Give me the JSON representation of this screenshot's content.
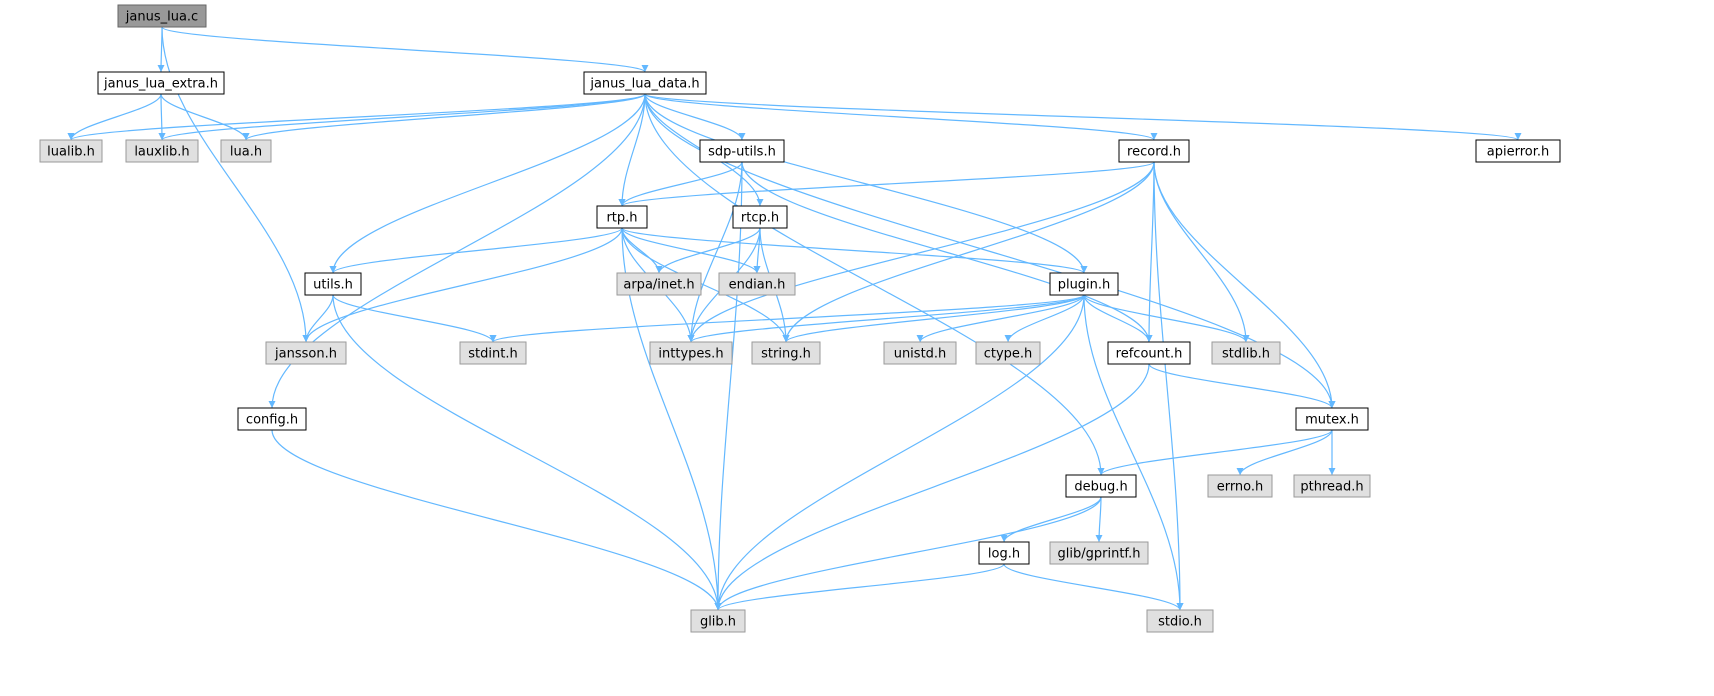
{
  "graph": {
    "colors": {
      "edge": "#63b8ff",
      "root_fill": "#999999",
      "root_stroke": "#666666",
      "documented_fill": "#ffffff",
      "documented_stroke": "#000000",
      "external_fill": "#e0e0e0",
      "external_stroke": "#999999"
    },
    "nodes": [
      {
        "id": "janus_lua_c",
        "label": "janus_lua.c",
        "kind": "root"
      },
      {
        "id": "janus_lua_extra_h",
        "label": "janus_lua_extra.h",
        "kind": "documented"
      },
      {
        "id": "janus_lua_data_h",
        "label": "janus_lua_data.h",
        "kind": "documented"
      },
      {
        "id": "lualib_h",
        "label": "lualib.h",
        "kind": "external"
      },
      {
        "id": "lauxlib_h",
        "label": "lauxlib.h",
        "kind": "external"
      },
      {
        "id": "lua_h",
        "label": "lua.h",
        "kind": "external"
      },
      {
        "id": "sdp_utils_h",
        "label": "sdp-utils.h",
        "kind": "documented"
      },
      {
        "id": "record_h",
        "label": "record.h",
        "kind": "documented"
      },
      {
        "id": "apierror_h",
        "label": "apierror.h",
        "kind": "documented"
      },
      {
        "id": "rtp_h",
        "label": "rtp.h",
        "kind": "documented"
      },
      {
        "id": "rtcp_h",
        "label": "rtcp.h",
        "kind": "documented"
      },
      {
        "id": "utils_h",
        "label": "utils.h",
        "kind": "documented"
      },
      {
        "id": "arpa_inet_h",
        "label": "arpa/inet.h",
        "kind": "external"
      },
      {
        "id": "endian_h",
        "label": "endian.h",
        "kind": "external"
      },
      {
        "id": "plugin_h",
        "label": "plugin.h",
        "kind": "documented"
      },
      {
        "id": "jansson_h",
        "label": "jansson.h",
        "kind": "external"
      },
      {
        "id": "stdint_h",
        "label": "stdint.h",
        "kind": "external"
      },
      {
        "id": "inttypes_h",
        "label": "inttypes.h",
        "kind": "external"
      },
      {
        "id": "string_h",
        "label": "string.h",
        "kind": "external"
      },
      {
        "id": "unistd_h",
        "label": "unistd.h",
        "kind": "external"
      },
      {
        "id": "ctype_h",
        "label": "ctype.h",
        "kind": "external"
      },
      {
        "id": "refcount_h",
        "label": "refcount.h",
        "kind": "documented"
      },
      {
        "id": "stdlib_h",
        "label": "stdlib.h",
        "kind": "external"
      },
      {
        "id": "config_h",
        "label": "config.h",
        "kind": "documented"
      },
      {
        "id": "mutex_h",
        "label": "mutex.h",
        "kind": "documented"
      },
      {
        "id": "debug_h",
        "label": "debug.h",
        "kind": "documented"
      },
      {
        "id": "errno_h",
        "label": "errno.h",
        "kind": "external"
      },
      {
        "id": "pthread_h",
        "label": "pthread.h",
        "kind": "external"
      },
      {
        "id": "log_h",
        "label": "log.h",
        "kind": "documented"
      },
      {
        "id": "glib_gprintf_h",
        "label": "glib/gprintf.h",
        "kind": "external"
      },
      {
        "id": "glib_h",
        "label": "glib.h",
        "kind": "external"
      },
      {
        "id": "stdio_h",
        "label": "stdio.h",
        "kind": "external"
      }
    ],
    "edges": [
      {
        "from": "janus_lua_c",
        "to": "janus_lua_extra_h"
      },
      {
        "from": "janus_lua_c",
        "to": "janus_lua_data_h"
      },
      {
        "from": "janus_lua_c",
        "to": "jansson_h"
      },
      {
        "from": "janus_lua_extra_h",
        "to": "lualib_h"
      },
      {
        "from": "janus_lua_extra_h",
        "to": "lauxlib_h"
      },
      {
        "from": "janus_lua_extra_h",
        "to": "lua_h"
      },
      {
        "from": "janus_lua_data_h",
        "to": "lualib_h"
      },
      {
        "from": "janus_lua_data_h",
        "to": "lauxlib_h"
      },
      {
        "from": "janus_lua_data_h",
        "to": "lua_h"
      },
      {
        "from": "janus_lua_data_h",
        "to": "sdp_utils_h"
      },
      {
        "from": "janus_lua_data_h",
        "to": "record_h"
      },
      {
        "from": "janus_lua_data_h",
        "to": "apierror_h"
      },
      {
        "from": "janus_lua_data_h",
        "to": "rtp_h"
      },
      {
        "from": "janus_lua_data_h",
        "to": "rtcp_h"
      },
      {
        "from": "janus_lua_data_h",
        "to": "utils_h"
      },
      {
        "from": "janus_lua_data_h",
        "to": "plugin_h"
      },
      {
        "from": "janus_lua_data_h",
        "to": "config_h"
      },
      {
        "from": "janus_lua_data_h",
        "to": "mutex_h"
      },
      {
        "from": "janus_lua_data_h",
        "to": "debug_h"
      },
      {
        "from": "sdp_utils_h",
        "to": "rtp_h"
      },
      {
        "from": "sdp_utils_h",
        "to": "inttypes_h"
      },
      {
        "from": "sdp_utils_h",
        "to": "glib_h"
      },
      {
        "from": "sdp_utils_h",
        "to": "refcount_h"
      },
      {
        "from": "record_h",
        "to": "rtp_h"
      },
      {
        "from": "record_h",
        "to": "inttypes_h"
      },
      {
        "from": "record_h",
        "to": "string_h"
      },
      {
        "from": "record_h",
        "to": "refcount_h"
      },
      {
        "from": "record_h",
        "to": "stdlib_h"
      },
      {
        "from": "record_h",
        "to": "mutex_h"
      },
      {
        "from": "record_h",
        "to": "stdio_h"
      },
      {
        "from": "rtp_h",
        "to": "utils_h"
      },
      {
        "from": "rtp_h",
        "to": "arpa_inet_h"
      },
      {
        "from": "rtp_h",
        "to": "endian_h"
      },
      {
        "from": "rtp_h",
        "to": "plugin_h"
      },
      {
        "from": "rtp_h",
        "to": "jansson_h"
      },
      {
        "from": "rtp_h",
        "to": "inttypes_h"
      },
      {
        "from": "rtp_h",
        "to": "string_h"
      },
      {
        "from": "rtp_h",
        "to": "glib_h"
      },
      {
        "from": "rtcp_h",
        "to": "arpa_inet_h"
      },
      {
        "from": "rtcp_h",
        "to": "endian_h"
      },
      {
        "from": "rtcp_h",
        "to": "inttypes_h"
      },
      {
        "from": "rtcp_h",
        "to": "string_h"
      },
      {
        "from": "utils_h",
        "to": "jansson_h"
      },
      {
        "from": "utils_h",
        "to": "stdint_h"
      },
      {
        "from": "utils_h",
        "to": "glib_h"
      },
      {
        "from": "plugin_h",
        "to": "stdint_h"
      },
      {
        "from": "plugin_h",
        "to": "inttypes_h"
      },
      {
        "from": "plugin_h",
        "to": "string_h"
      },
      {
        "from": "plugin_h",
        "to": "unistd_h"
      },
      {
        "from": "plugin_h",
        "to": "ctype_h"
      },
      {
        "from": "plugin_h",
        "to": "refcount_h"
      },
      {
        "from": "plugin_h",
        "to": "stdlib_h"
      },
      {
        "from": "plugin_h",
        "to": "glib_h"
      },
      {
        "from": "plugin_h",
        "to": "stdio_h"
      },
      {
        "from": "refcount_h",
        "to": "mutex_h"
      },
      {
        "from": "refcount_h",
        "to": "glib_h"
      },
      {
        "from": "config_h",
        "to": "glib_h"
      },
      {
        "from": "mutex_h",
        "to": "debug_h"
      },
      {
        "from": "mutex_h",
        "to": "errno_h"
      },
      {
        "from": "mutex_h",
        "to": "pthread_h"
      },
      {
        "from": "debug_h",
        "to": "log_h"
      },
      {
        "from": "debug_h",
        "to": "glib_gprintf_h"
      },
      {
        "from": "debug_h",
        "to": "glib_h"
      },
      {
        "from": "log_h",
        "to": "glib_h"
      },
      {
        "from": "log_h",
        "to": "stdio_h"
      }
    ]
  }
}
